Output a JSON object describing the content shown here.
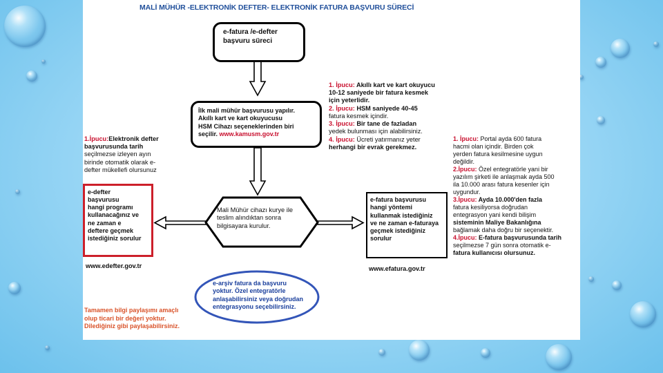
{
  "title": "MALİ MÜHÜR -ELEKTRONİK DEFTER- ELEKTRONİK FATURA BAŞVURU SÜRECİ",
  "box_start": [
    "e-fatura /e-defter",
    "başvuru süreci"
  ],
  "box_first": [
    "İlk mali mühür başvurusu yapılır.",
    "Akıllı kart ve kart okuyucusu",
    "HSM Cihazı seçeneklerinden biri",
    "seçilir."
  ],
  "box_first_link": "www.kamusm.gov.tr",
  "tips_top": [
    {
      "label": "1. İpucu:",
      "text": " Akıllı kart ve kart okuyucu",
      "rest": [
        "10-12 saniyede bir fatura kesmek",
        "için yeterlidir."
      ]
    },
    {
      "label": "2. İpucu:",
      "text": " HSM saniyede 40-45",
      "rest": [
        "fatura kesmek içindir."
      ]
    },
    {
      "label": "3. İpucu:",
      "text": " Bir tane de fazladan",
      "rest": [
        "yedek bulunması için alabilirsiniz."
      ]
    },
    {
      "label": "4. İpucu:",
      "text": " Ücreti yatırmanız yeter",
      "rest": [
        "herhangi bir evrak gerekmez."
      ]
    }
  ],
  "tip_left": {
    "label": "1.İpucu:",
    "text": "Elektronik defter",
    "rest": [
      "başvurusunda tarih",
      "seçilmezse izleyen ayın",
      "birinde otomatik olarak e-",
      "defter mükellefi olursunuz"
    ]
  },
  "box_edefter": [
    "e-defter",
    "başvurusu",
    "hangi programı",
    "kullanacağınız ve",
    "ne zaman e",
    "deftere geçmek",
    "istediğiniz sorulur"
  ],
  "link_edefter": "www.edefter.gov.tr",
  "box_middle": [
    "Mali Mühür cihazı kurye ile",
    "teslim alındıktan sonra",
    "bilgisayara kurulur."
  ],
  "box_efatura": [
    "e-fatura başvurusu",
    "hangi yöntemi",
    "kullanmak istediğiniz",
    "ve ne zaman e-faturaya",
    "geçmek istediğiniz",
    "sorulur"
  ],
  "link_efatura": "www.efatura.gov.tr",
  "tips_right": [
    {
      "label": "1. İpucu:",
      "lines": [
        " Portal ayda 600 fatura",
        "hacmi olan içindir. Birden çok",
        "yerden fatura kesilmesine uygun",
        "değildir."
      ]
    },
    {
      "label": "2.İpucu:",
      "lines": [
        " Özel entegratörle yani bir",
        "yazılım şirketi ile anlaşmak ayda 500",
        "ila 10.000 arası fatura kesenler için",
        "uygundur."
      ]
    },
    {
      "label": "3.İpucu:",
      "lines": [
        " Ayda 10.000'den fazla",
        "fatura kesiliyorsa doğrudan",
        "entegrasyon yani kendi bilişim",
        "sisteminin Maliye Bakanlığına",
        "bağlamak daha doğru bir seçenektir."
      ]
    },
    {
      "label": "4.İpucu:",
      "lines": [
        " E-fatura başvurusunda tarih",
        "seçilmezse 7 gün sonra otomatik e-",
        "fatura kullanıcısı olursunuz."
      ]
    }
  ],
  "ellipse_earsiv": [
    "e-arşiv fatura da başvuru",
    "yoktur. Özel entegratörle",
    "anlaşabilirsiniz veya doğrudan",
    "entegrasyonu seçebilirsiniz."
  ],
  "footer_note": [
    "Tamamen bilgi paylaşımı amaçlı",
    "olup ticari bir değeri yoktur.",
    "Dilediğiniz gibi paylaşabilirsiniz."
  ]
}
